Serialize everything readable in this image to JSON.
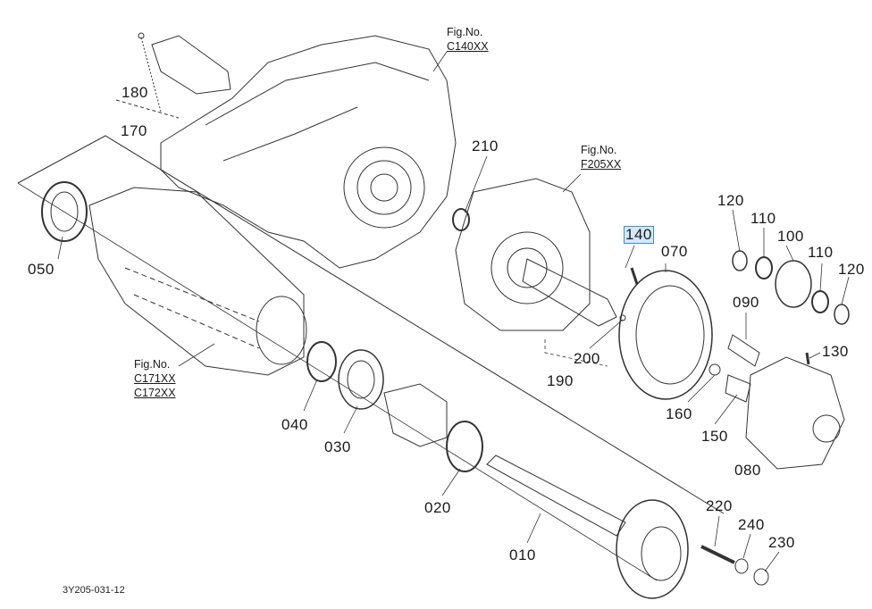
{
  "diagram": {
    "drawing_code": "3Y205-031-12",
    "highlighted_part": "140",
    "highlight_color": "#3b8fd9",
    "figure_refs": [
      {
        "label": "Fig.No.",
        "codes": [
          "C140XX"
        ]
      },
      {
        "label": "Fig.No.",
        "codes": [
          "F205XX"
        ]
      },
      {
        "label": "Fig.No.",
        "codes": [
          "C171XX",
          "C172XX"
        ]
      }
    ],
    "parts": {
      "p180": "180",
      "p170": "170",
      "p210": "210",
      "p140": "140",
      "p070": "070",
      "p120a": "120",
      "p110a": "110",
      "p100": "100",
      "p110b": "110",
      "p120b": "120",
      "p050": "050",
      "p090": "090",
      "p130": "130",
      "p200": "200",
      "p190": "190",
      "p160": "160",
      "p150": "150",
      "p080": "080",
      "p040": "040",
      "p030": "030",
      "p020": "020",
      "p010": "010",
      "p220": "220",
      "p240": "240",
      "p230": "230"
    }
  }
}
